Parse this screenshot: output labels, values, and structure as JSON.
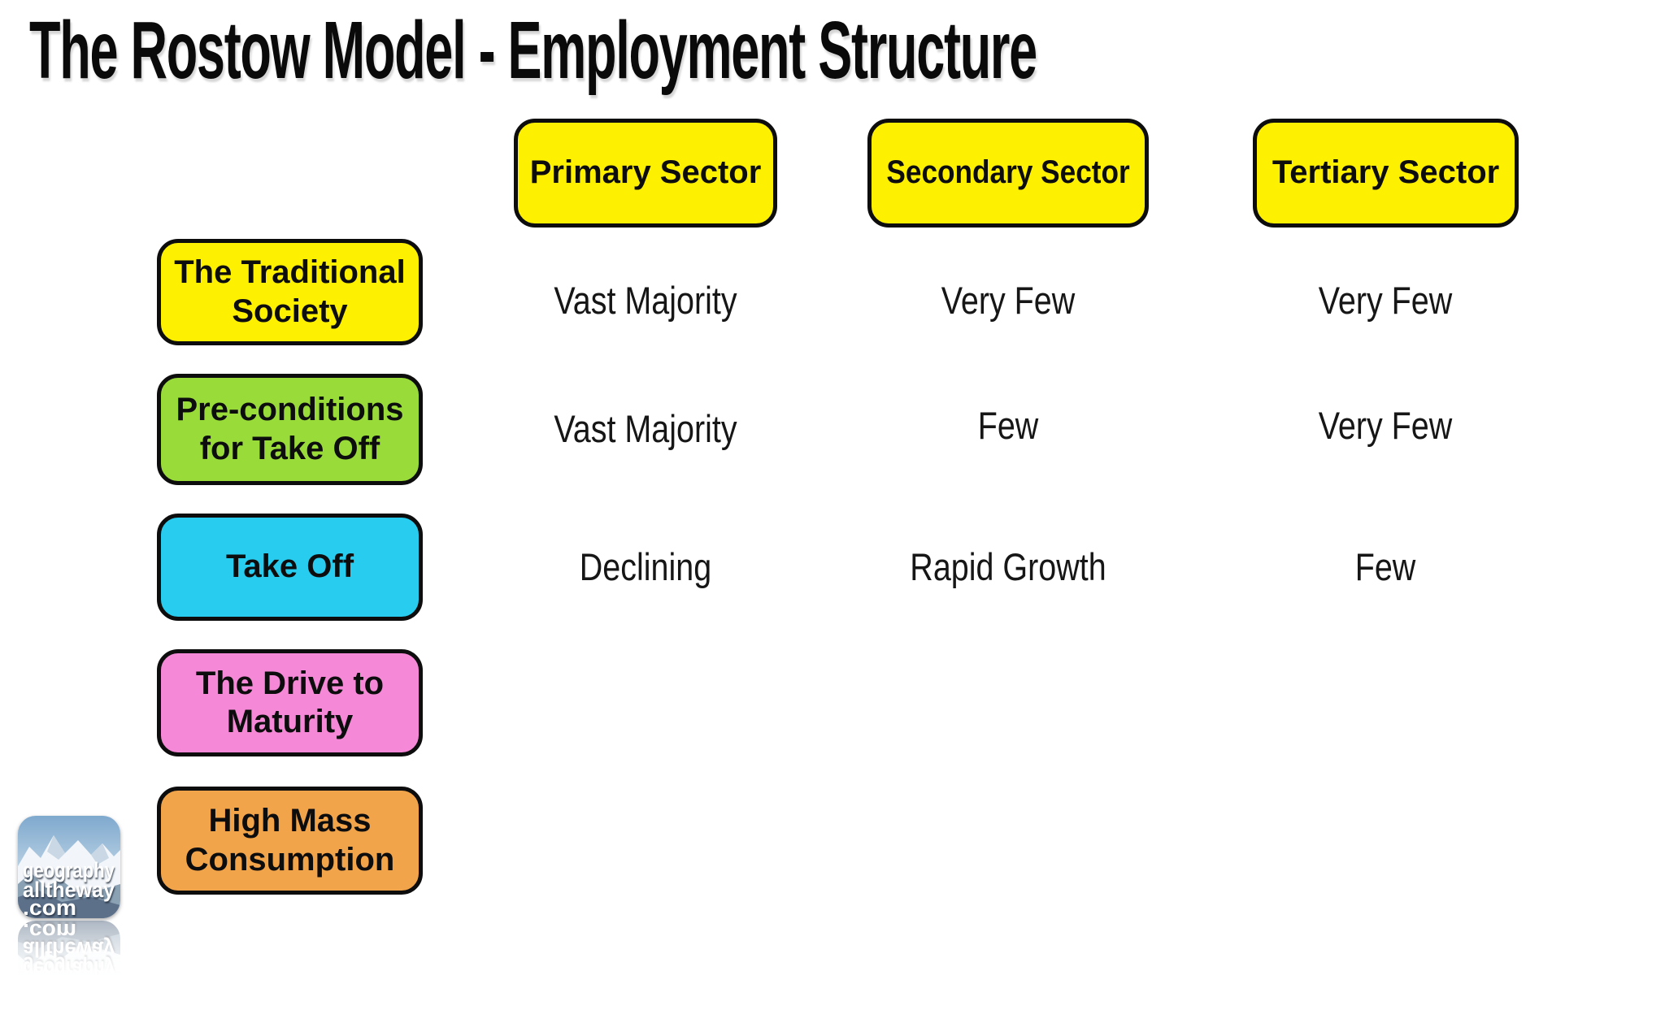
{
  "title": "The Rostow Model - Employment Structure",
  "columns": [
    {
      "label": "Primary Sector",
      "color": "#FDF000"
    },
    {
      "label": "Secondary Sector",
      "color": "#FDF000"
    },
    {
      "label": "Tertiary Sector",
      "color": "#FDF000"
    }
  ],
  "rows": [
    {
      "stage": "The Traditional Society",
      "color": "#FDF000",
      "cells": [
        "Vast Majority",
        "Very Few",
        "Very Few"
      ]
    },
    {
      "stage": "Pre-conditions for Take Off",
      "color": "#99DC3A",
      "cells": [
        "Vast Majority",
        "Few",
        "Very Few"
      ]
    },
    {
      "stage": "Take Off",
      "color": "#27CCEF",
      "cells": [
        "Declining",
        "Rapid Growth",
        "Few"
      ]
    },
    {
      "stage": "The Drive to Maturity",
      "color": "#F689D7",
      "cells": [
        "",
        "",
        ""
      ]
    },
    {
      "stage": "High Mass Consumption",
      "color": "#F2A44B",
      "cells": [
        "",
        "",
        ""
      ]
    }
  ],
  "logo": {
    "line1": "geography",
    "line2": "alltheway",
    "line3": ".com"
  },
  "palette": {
    "box_border": "#0D0D0D",
    "text": "#111111",
    "background": "#FFFFFF"
  }
}
